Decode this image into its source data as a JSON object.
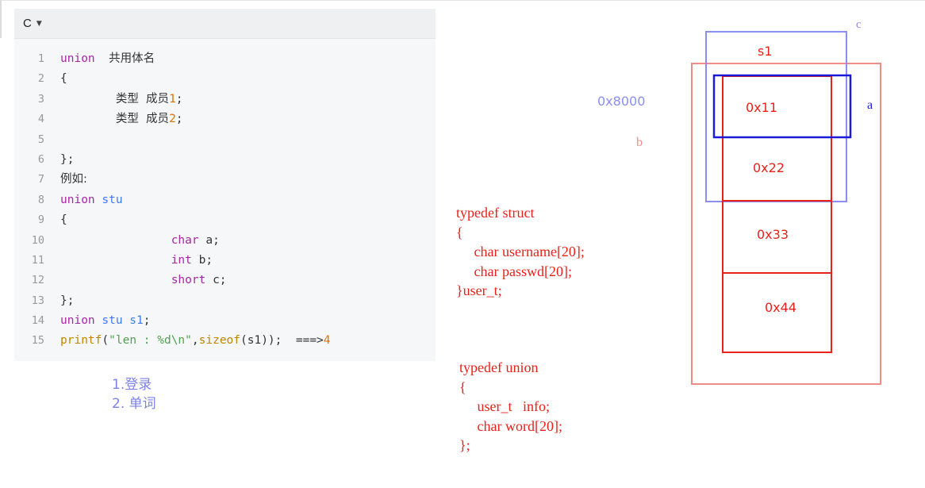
{
  "editor": {
    "language": "C",
    "lines": [
      {
        "n": "1",
        "parts": [
          {
            "c": "kw",
            "t": "union"
          },
          {
            "c": "",
            "t": "  "
          },
          {
            "c": "cjk",
            "t": "共用体名"
          }
        ]
      },
      {
        "n": "2",
        "parts": [
          {
            "c": "",
            "t": "{"
          }
        ]
      },
      {
        "n": "3",
        "parts": [
          {
            "c": "",
            "t": "        "
          },
          {
            "c": "cjk",
            "t": "类型  成员"
          },
          {
            "c": "nm",
            "t": "1"
          },
          {
            "c": "",
            "t": ";"
          }
        ]
      },
      {
        "n": "4",
        "parts": [
          {
            "c": "",
            "t": "        "
          },
          {
            "c": "cjk",
            "t": "类型  成员"
          },
          {
            "c": "nm",
            "t": "2"
          },
          {
            "c": "",
            "t": ";"
          }
        ]
      },
      {
        "n": "5",
        "parts": []
      },
      {
        "n": "6",
        "parts": [
          {
            "c": "",
            "t": "};"
          }
        ]
      },
      {
        "n": "7",
        "parts": [
          {
            "c": "cjk",
            "t": "例如:"
          }
        ]
      },
      {
        "n": "8",
        "parts": [
          {
            "c": "kw",
            "t": "union"
          },
          {
            "c": "",
            "t": " "
          },
          {
            "c": "ty",
            "t": "stu"
          }
        ]
      },
      {
        "n": "9",
        "parts": [
          {
            "c": "",
            "t": "{"
          }
        ]
      },
      {
        "n": "10",
        "parts": [
          {
            "c": "",
            "t": "                "
          },
          {
            "c": "kw",
            "t": "char"
          },
          {
            "c": "",
            "t": " a;"
          }
        ]
      },
      {
        "n": "11",
        "parts": [
          {
            "c": "",
            "t": "                "
          },
          {
            "c": "kw",
            "t": "int"
          },
          {
            "c": "",
            "t": " b;"
          }
        ]
      },
      {
        "n": "12",
        "parts": [
          {
            "c": "",
            "t": "                "
          },
          {
            "c": "kw",
            "t": "short"
          },
          {
            "c": "",
            "t": " c;"
          }
        ]
      },
      {
        "n": "13",
        "parts": [
          {
            "c": "",
            "t": "};"
          }
        ]
      },
      {
        "n": "14",
        "parts": [
          {
            "c": "kw",
            "t": "union"
          },
          {
            "c": "",
            "t": " "
          },
          {
            "c": "ty",
            "t": "stu s1"
          },
          {
            "c": "",
            "t": ";"
          }
        ]
      },
      {
        "n": "15",
        "parts": [
          {
            "c": "fn",
            "t": "printf"
          },
          {
            "c": "",
            "t": "("
          },
          {
            "c": "st",
            "t": "\"len : %d\\n\""
          },
          {
            "c": "",
            "t": ","
          },
          {
            "c": "fn",
            "t": "sizeof"
          },
          {
            "c": "",
            "t": "(s1));  ===>"
          },
          {
            "c": "nm",
            "t": "4"
          }
        ]
      }
    ]
  },
  "notes": {
    "item1": "1.登录",
    "item2": "2. 单词"
  },
  "struct_code": "typedef struct\n{\n     char username[20];\n     char passwd[20];\n}user_t;",
  "union_code": "typedef union\n{\n     user_t   info;\n     char word[20];\n};",
  "diagram": {
    "label_c": "c",
    "label_s1": "s1",
    "label_a": "a",
    "label_b": "b",
    "address": "0x8000",
    "cells": [
      "0x11",
      "0x22",
      "0x33",
      "0x44"
    ]
  },
  "colors": {
    "red": "#e8211a",
    "pink": "#f08c86",
    "blue": "#1a1ad8",
    "lightblue": "#8a8ef0",
    "note": "#7d82e6"
  }
}
